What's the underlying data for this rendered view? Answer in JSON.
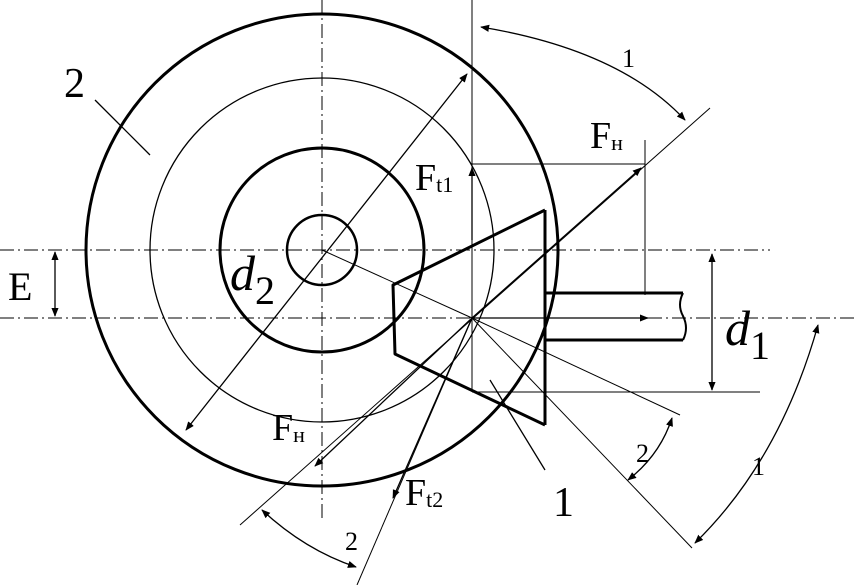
{
  "labels": {
    "gear_number": "2",
    "pinion_number": "1",
    "angle_1_top": "1",
    "angle_1_right": "1",
    "angle_2_right": "2",
    "angle_2_bottom": "2",
    "eccentricity": "E",
    "pinion_diameter_main": "d",
    "pinion_diameter_sub": "1",
    "gear_diameter_main": "d",
    "gear_diameter_sub": "2",
    "normal_force_top_main": "F",
    "normal_force_top_sub": "н",
    "tangential_force_1_main": "F",
    "tangential_force_1_sub": "t1",
    "normal_force_bottom_main": "F",
    "normal_force_bottom_sub": "н",
    "tangential_force_2_main": "F",
    "tangential_force_2_sub": "t2"
  },
  "colors": {
    "line": "#000000",
    "background": "#ffffff"
  }
}
